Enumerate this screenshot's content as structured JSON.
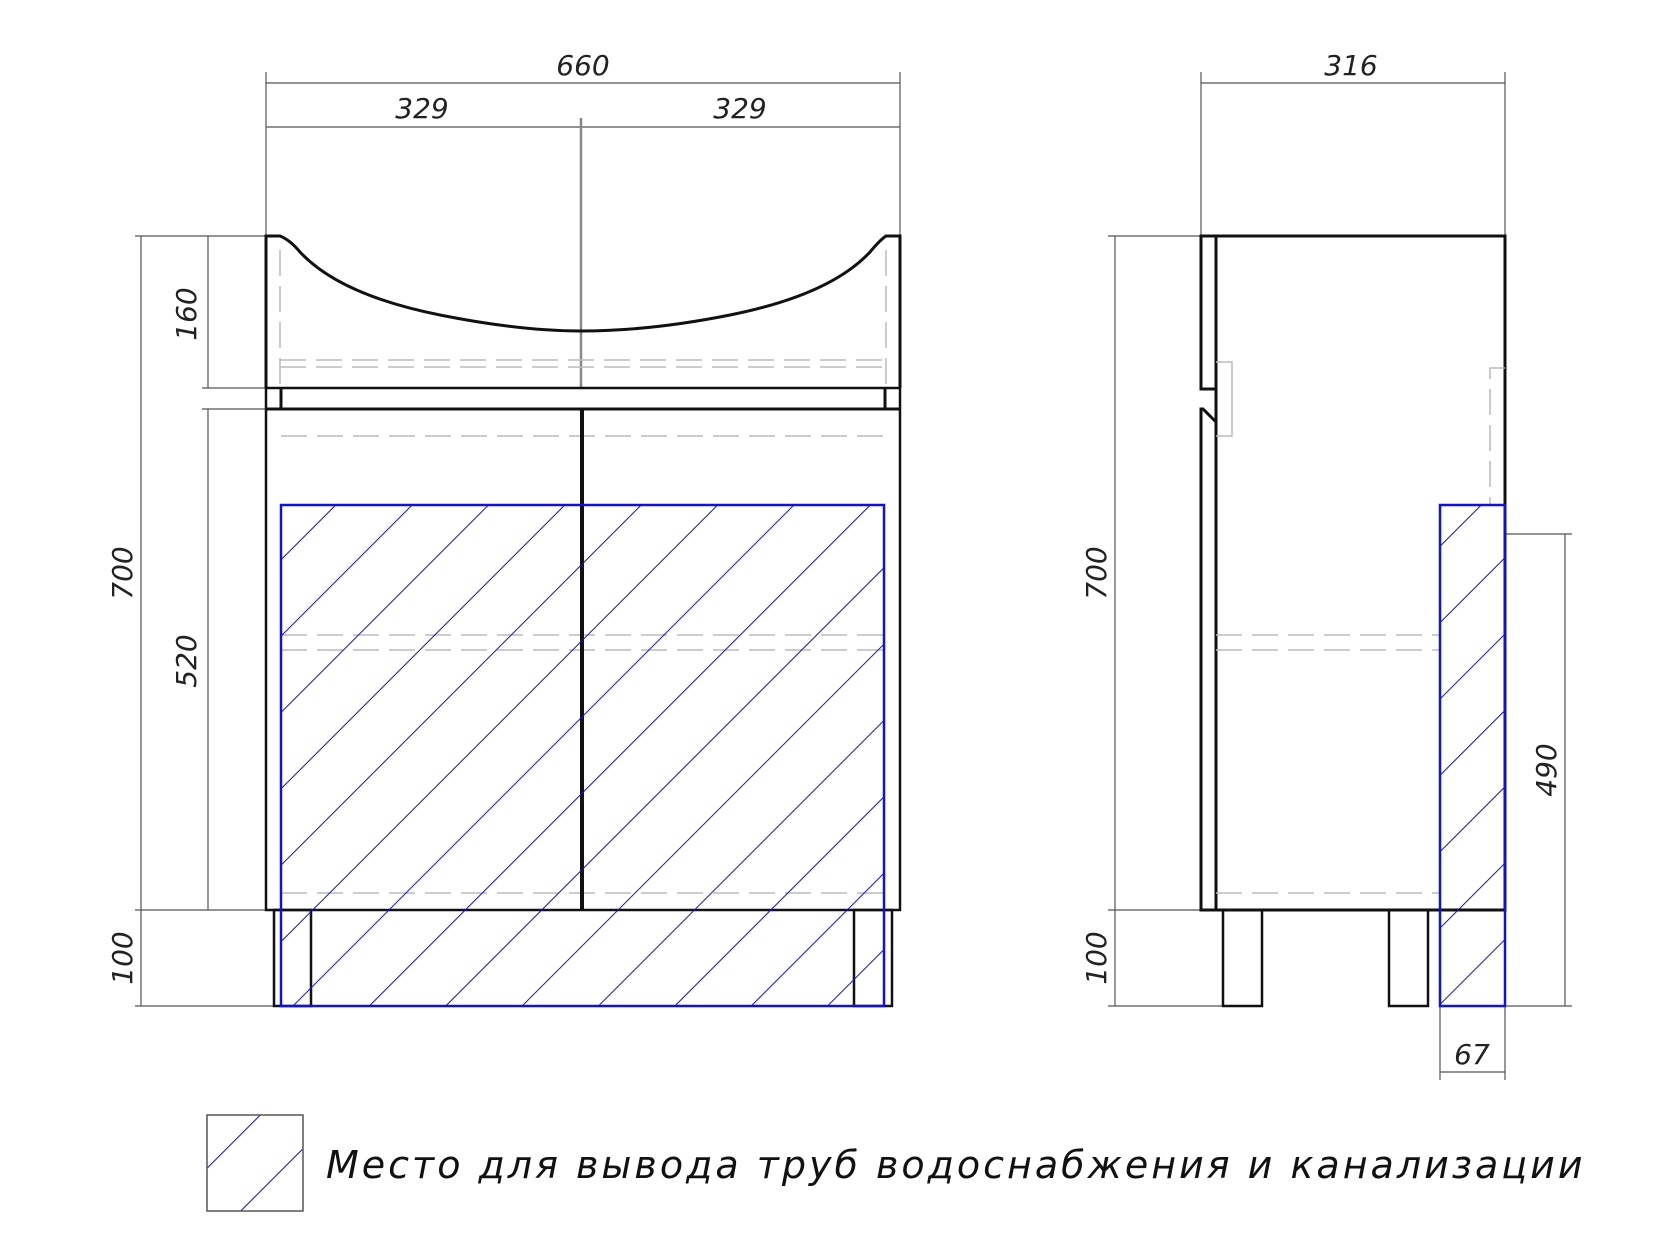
{
  "front_view": {
    "dimensions": {
      "total_width": "660",
      "left_door_width": "329",
      "right_door_width": "329",
      "basin_height": "160",
      "cabinet_height": "700",
      "body_height": "520",
      "legs_height": "100"
    }
  },
  "side_view": {
    "dimensions": {
      "depth": "316",
      "cabinet_height": "700",
      "legs_height": "100",
      "pipe_zone_height": "490",
      "pipe_zone_depth": "67"
    }
  },
  "legend": {
    "text": "Место для вывода труб водоснабжения и канализации"
  },
  "colors": {
    "pipe_zone": "#1010e0",
    "lines": "#111111"
  }
}
